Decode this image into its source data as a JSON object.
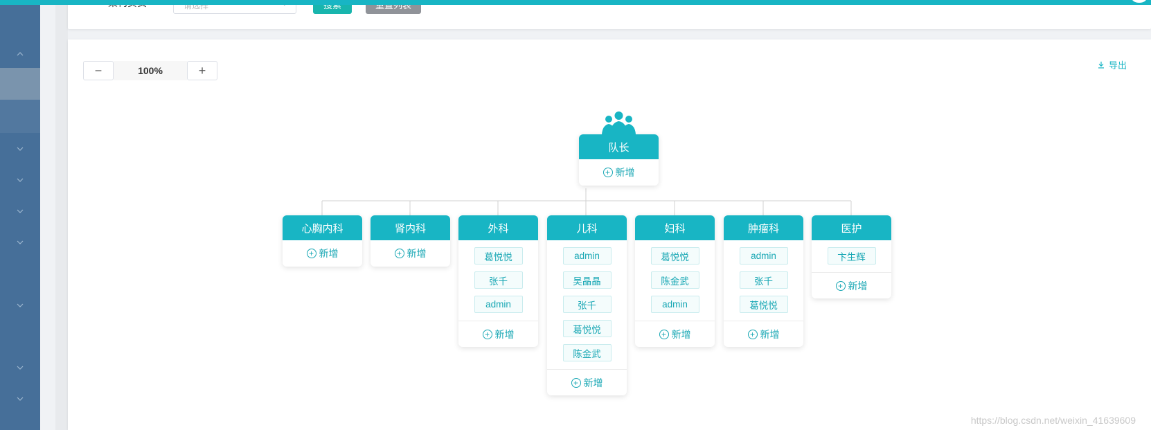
{
  "sidebar": {
    "items": [
      {
        "icon": "chevron-up-icon",
        "state": "normal"
      },
      {
        "icon": "",
        "state": "active"
      },
      {
        "icon": "",
        "state": "sub"
      },
      {
        "icon": "chevron-down-icon",
        "state": "normal"
      },
      {
        "icon": "chevron-down-icon",
        "state": "normal"
      },
      {
        "icon": "chevron-down-icon",
        "state": "normal"
      },
      {
        "icon": "chevron-down-icon",
        "state": "normal"
      },
      {
        "icon": "chevron-down-icon",
        "state": "normal"
      },
      {
        "icon": "chevron-down-icon",
        "state": "normal"
      },
      {
        "icon": "chevron-down-icon",
        "state": "normal"
      }
    ]
  },
  "search": {
    "label": "架构负责",
    "select_placeholder": "请选择",
    "search_button": "搜索",
    "reset_button": "重置列表"
  },
  "toolbar": {
    "zoom_out": "−",
    "zoom_value": "100%",
    "zoom_in": "+",
    "export_label": "导出"
  },
  "org": {
    "root": {
      "title": "队长",
      "members": [],
      "add_label": "新增"
    },
    "children": [
      {
        "title": "心胸内科",
        "members": [],
        "add_label": "新增"
      },
      {
        "title": "肾内科",
        "members": [],
        "add_label": "新增"
      },
      {
        "title": "外科",
        "members": [
          "葛悦悦",
          "张千",
          "admin"
        ],
        "add_label": "新增"
      },
      {
        "title": "儿科",
        "members": [
          "admin",
          "吴晶晶",
          "张千",
          "葛悦悦",
          "陈金武"
        ],
        "add_label": "新增"
      },
      {
        "title": "妇科",
        "members": [
          "葛悦悦",
          "陈金武",
          "admin"
        ],
        "add_label": "新增"
      },
      {
        "title": "肿瘤科",
        "members": [
          "admin",
          "张千",
          "葛悦悦"
        ],
        "add_label": "新增"
      },
      {
        "title": "医护",
        "members": [
          "卞生辉"
        ],
        "add_label": "新增"
      }
    ]
  },
  "watermark": "https://blog.csdn.net/weixin_41639609",
  "colors": {
    "accent": "#18b5c4",
    "sidebar": "#466f99",
    "member_text": "#18a7b4"
  }
}
